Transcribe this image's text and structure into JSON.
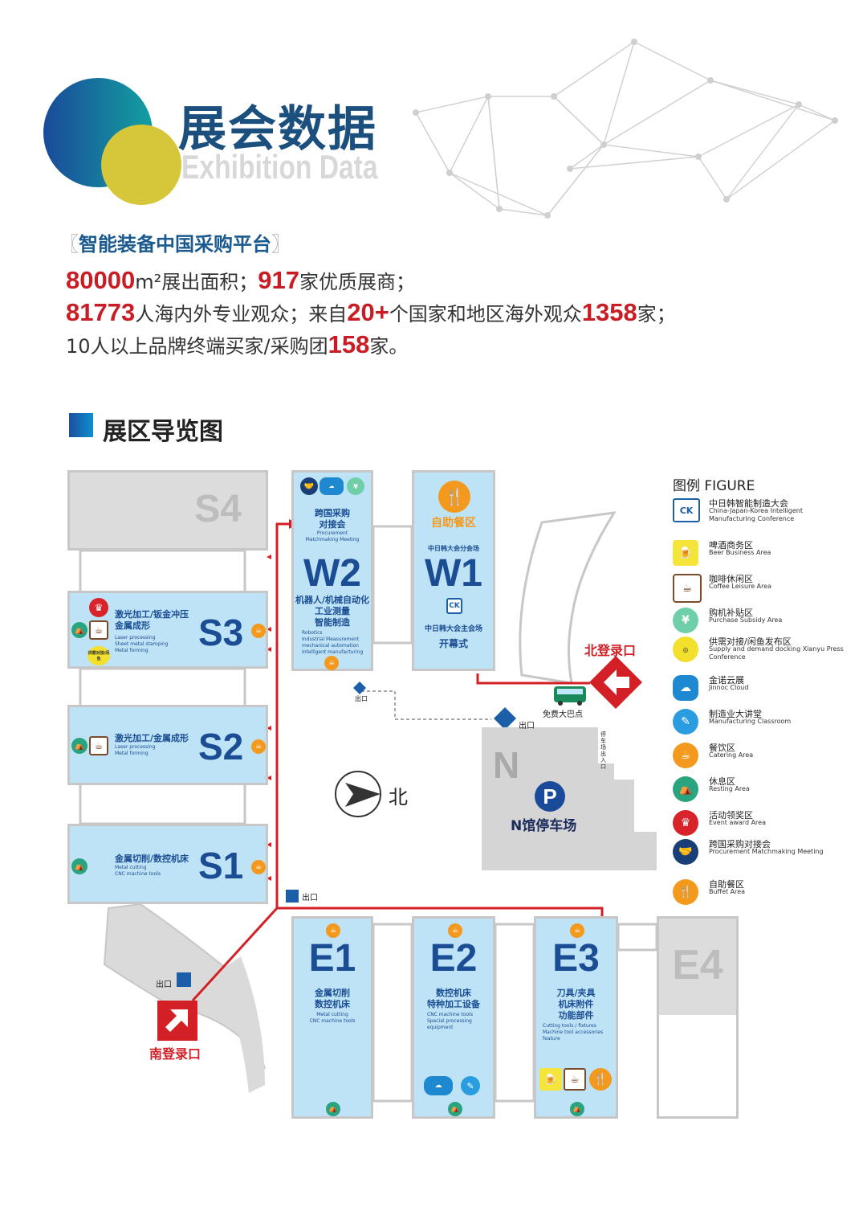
{
  "header": {
    "title_cn": "展会数据",
    "title_en": "Exhibition Data"
  },
  "platform": {
    "open": "〖",
    "label": "智能装备中国采购平台",
    "close": "〗"
  },
  "stats": {
    "area_value": "80000",
    "area_unit": "m²",
    "area_text": "展出面积；",
    "exhibitors_value": "917",
    "exhibitors_text": "家优质展商；",
    "visitors_value": "81773",
    "visitors_text": "人海内外专业观众；来自",
    "countries_value": "20+",
    "countries_text": "个国家和地区海外观众",
    "overseas_value": "1358",
    "overseas_text": "家；",
    "buyers_prefix": "10人以上品牌终端买家/采购团",
    "buyers_value": "158",
    "buyers_text": "家。"
  },
  "section_title": "展区导览图",
  "map": {
    "halls": {
      "S4": {
        "name": "S4"
      },
      "S3": {
        "name": "S3",
        "cn": "激光加工/钣金冲压\n金属成形",
        "en": "Laser processing\nSheet metal stamping\nMetal forming",
        "badge": "供需对接/闲鱼"
      },
      "S2": {
        "name": "S2",
        "cn": "激光加工/金属成形",
        "en": "Laser processing\nMetal forming"
      },
      "S1": {
        "name": "S1",
        "cn": "金属切削/数控机床",
        "en": "Metal cutting\nCNC machine tools"
      },
      "W2": {
        "name": "W2",
        "top_cn": "跨国采购\n对接会",
        "top_en": "Procurement\nMatchmaking Meeting",
        "cn": "机器人/机械自动化\n工业测量\n智能制造",
        "en": "Robotics\nIndustrial Measurement\nmechanical automation\nIntelligent manufacturing"
      },
      "W1": {
        "name": "W1",
        "top_cn": "自助餐区",
        "sub_cn": "中日韩大会分会场",
        "bottom_cn": "中日韩大会主会场",
        "ceremony": "开幕式"
      },
      "E1": {
        "name": "E1",
        "cn": "金属切削\n数控机床",
        "en": "Metal cutting\nCNC machine tools"
      },
      "E2": {
        "name": "E2",
        "cn": "数控机床\n特种加工设备",
        "en": "CNC machine tools\nSpecial processing\nequipment"
      },
      "E3": {
        "name": "E3",
        "cn": "刀具/夹具\n机床附件\n功能部件",
        "en": "Cutting tools / fixtures\nMachine tool accessories\nfeature"
      },
      "E4": {
        "name": "E4"
      },
      "N": {
        "name": "N",
        "parking": "N馆停车场",
        "parking_icon": "P"
      }
    },
    "labels": {
      "north_entrance": "北登录口",
      "south_entrance": "南登录口",
      "exit": "出口",
      "bus": "免费大巴点",
      "north": "北",
      "parking_in": "停车场出入口"
    }
  },
  "legend": {
    "title": "图例 FIGURE",
    "items": [
      {
        "icon": "cjk-conference-icon",
        "cn": "中日韩智能制造大会",
        "en": "China-Japan-Korea Intelligent Manufacturing Conference",
        "color": "#1a5fa8"
      },
      {
        "icon": "beer-icon",
        "cn": "啤酒商务区",
        "en": "Beer Business Area",
        "color": "#f5e43a"
      },
      {
        "icon": "coffee-icon",
        "cn": "咖啡休闲区",
        "en": "Coffee Leisure Area",
        "color": "#7b4a2b"
      },
      {
        "icon": "subsidy-icon",
        "cn": "购机补贴区",
        "en": "Purchase Subsidy Area",
        "color": "#6fcfa8"
      },
      {
        "icon": "supply-demand-icon",
        "cn": "供需对接/闲鱼发布区",
        "en": "Supply and demand docking Xianyu Press Conference",
        "color": "#f3e02c"
      },
      {
        "icon": "jinnoc-cloud-icon",
        "cn": "金诺云展",
        "en": "Jinnoc Cloud",
        "color": "#1e88d0"
      },
      {
        "icon": "classroom-icon",
        "cn": "制造业大讲堂",
        "en": "Manufacturing Classroom",
        "color": "#2a9de0"
      },
      {
        "icon": "catering-icon",
        "cn": "餐饮区",
        "en": "Catering  Area",
        "color": "#f39a1e"
      },
      {
        "icon": "resting-icon",
        "cn": "休息区",
        "en": "Resting Area",
        "color": "#2aa37f"
      },
      {
        "icon": "award-icon",
        "cn": "活动领奖区",
        "en": "Event award Area",
        "color": "#d8232a"
      },
      {
        "icon": "matchmaking-icon",
        "cn": "跨国采购对接会",
        "en": "Procurement Matchmaking Meeting",
        "color": "#1a3f78"
      },
      {
        "icon": "buffet-icon",
        "cn": "自助餐区",
        "en": "Buffet Area",
        "color": "#f39a1e"
      }
    ]
  }
}
